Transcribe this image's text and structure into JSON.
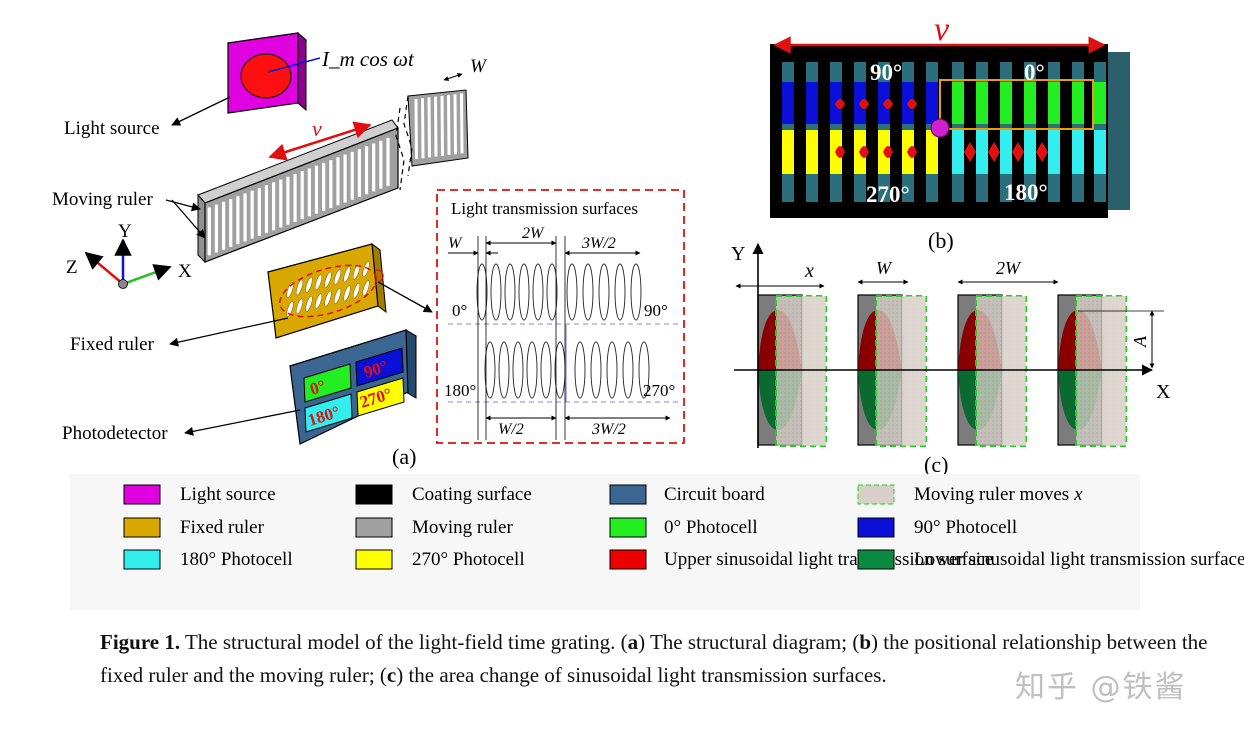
{
  "panel_a": {
    "formula": "I_m cos ωt",
    "velocity": "v",
    "w_label": "W",
    "labels": {
      "light_source": "Light source",
      "moving_ruler": "Moving ruler",
      "fixed_ruler": "Fixed ruler",
      "photodetector": "Photodetector"
    },
    "axes": {
      "x": "X",
      "y": "Y",
      "z": "Z"
    },
    "detector": {
      "q0": "0°",
      "q90": "90°",
      "q180": "180°",
      "q270": "270°"
    },
    "inset": {
      "title": "Light transmission surfaces",
      "w": "W",
      "w2": "2W",
      "w32": "3W/2",
      "wh": "W/2",
      "w32b": "3W/2",
      "a0": "0°",
      "a90": "90°",
      "a180": "180°",
      "a270": "270°"
    },
    "tag": "(a)"
  },
  "panel_b": {
    "velocity": "v",
    "q90": "90°",
    "q0": "0°",
    "q270": "270°",
    "q180": "180°",
    "tag": "(b)"
  },
  "panel_c": {
    "y": "Y",
    "x": "X",
    "shift": "x",
    "w": "W",
    "w2": "2W",
    "amp": "A",
    "tag": "(c)"
  },
  "legend": [
    {
      "label": "Light source",
      "color": "#e000e0"
    },
    {
      "label": "Coating surface",
      "color": "#000000"
    },
    {
      "label": "Circuit board",
      "color": "#3a6691"
    },
    {
      "label": "Moving ruler moves",
      "label_var": "x",
      "color": "#d8d0c8"
    },
    {
      "label": "Fixed ruler",
      "color": "#d8a800"
    },
    {
      "label": "Moving ruler",
      "color": "#a0a0a0"
    },
    {
      "label": "0° Photocell",
      "color": "#22ee22"
    },
    {
      "label": "90° Photocell",
      "color": "#0a10d8"
    },
    {
      "label": "180° Photocell",
      "color": "#33eeee"
    },
    {
      "label": "270° Photocell",
      "color": "#ffff00"
    },
    {
      "label": "Upper sinusoidal  light transmission  surface",
      "color": "#ee0000"
    },
    {
      "label": "Lower sinusoidal light transmission  surface",
      "color": "#0a8a40"
    }
  ],
  "caption": {
    "figure": "Figure 1.",
    "t1": " The structural model of the light-field time grating. (",
    "a": "a",
    "t2": ") The structural diagram; (",
    "b": "b",
    "t3": ") the positional relationship between the fixed ruler and the moving ruler; (",
    "c": "c",
    "t4": ") the area change of sinusoidal light transmission surfaces."
  },
  "watermark": "知乎 @铁酱"
}
